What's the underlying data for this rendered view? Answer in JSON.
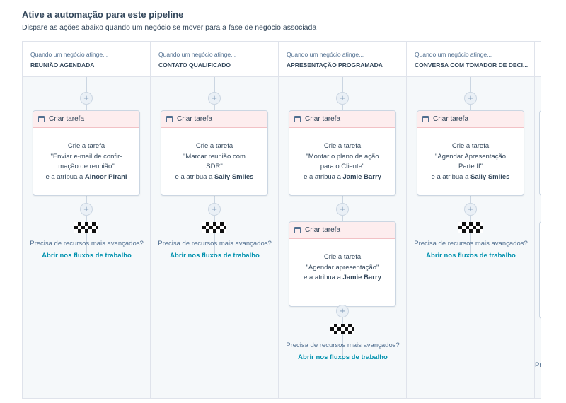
{
  "header": {
    "title": "Ative a automação para este pipeline",
    "subtitle": "Dispare as ações abaixo quando um negócio se mover para a fase de negócio associada"
  },
  "columns": [
    {
      "when": "Quando um negócio atinge...",
      "stage": "REUNIÃO AGENDADA",
      "cards": [
        {
          "title": "Criar tarefa",
          "line1": "Crie a tarefa",
          "line2": "\"Enviar e-mail de confir-",
          "line3": "mação de reunião\"",
          "assign_prefix": "e a atribua a",
          "assignee": "Alnoor Pirani"
        }
      ],
      "advanced": "Precisa de recursos mais avançados?",
      "link": "Abrir nos fluxos de trabalho"
    },
    {
      "when": "Quando um negócio atinge...",
      "stage": "CONTATO QUALIFICADO",
      "cards": [
        {
          "title": "Criar tarefa",
          "line1": "Crie a tarefa",
          "line2": "\"Marcar reunião com",
          "line3": "SDR\"",
          "assign_prefix": "e a atribua a",
          "assignee": "Sally Smiles"
        }
      ],
      "advanced": "Precisa de recursos mais avançados?",
      "link": "Abrir nos fluxos de trabalho"
    },
    {
      "when": "Quando um negócio atinge...",
      "stage": "APRESENTAÇÃO PROGRAMADA",
      "cards": [
        {
          "title": "Criar tarefa",
          "line1": "Crie a tarefa",
          "line2": "\"Montar o plano de ação",
          "line3": "para o Cliente\"",
          "assign_prefix": "e a atribua a",
          "assignee": "Jamie Barry"
        },
        {
          "title": "Criar tarefa",
          "line1": "Crie a tarefa",
          "line2": "\"Agendar apresentação\"",
          "line3": "",
          "assign_prefix": "e a atribua a",
          "assignee": "Jamie Barry"
        }
      ],
      "advanced": "Precisa de recursos mais avançados?",
      "link": "Abrir nos fluxos de trabalho"
    },
    {
      "when": "Quando um negócio atinge...",
      "stage": "CONVERSA COM TOMADOR DE DECI...",
      "cards": [
        {
          "title": "Criar tarefa",
          "line1": "Crie a tarefa",
          "line2": "\"Agendar Apresentação",
          "line3": "Parte II\"",
          "assign_prefix": "e a atribua a",
          "assignee": "Sally Smiles"
        }
      ],
      "advanced": "Precisa de recursos mais avançados?",
      "link": "Abrir nos fluxos de trabalho"
    }
  ],
  "partial_column": {
    "advanced_fragment": "Pre"
  },
  "icons": {
    "add": "plus-icon",
    "task": "calendar-icon",
    "end": "checkered-flag-icon"
  },
  "colors": {
    "link": "#0091ae",
    "card_header": "#fdedee",
    "board_bg": "#f5f8fa"
  }
}
